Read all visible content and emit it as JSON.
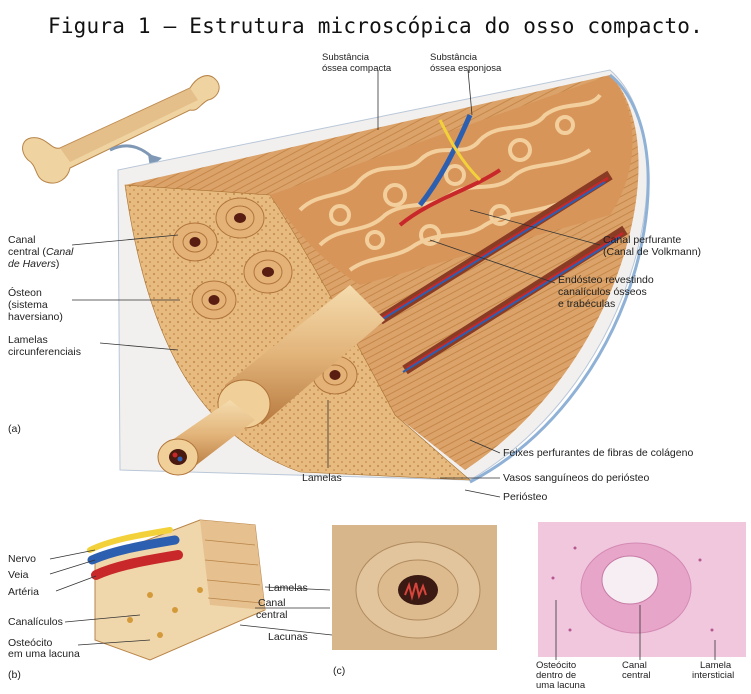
{
  "title": "Figura 1 – Estrutura microscópica do osso compacto.",
  "labels": {
    "compacta_l1": "Substância",
    "compacta_l2": "óssea compacta",
    "esponjosa_l1": "Substância",
    "esponjosa_l2": "óssea esponjosa",
    "canal_central_l1": "Canal",
    "canal_central_l2a": "central (",
    "canal_central_l2b": "Canal",
    "canal_central_l3": "de Havers",
    "canal_central_l3b": ")",
    "osteon_l1": "Ósteon",
    "osteon_l2": "(sistema",
    "osteon_l3": "haversiano)",
    "lamelas_circ_l1": "Lamelas",
    "lamelas_circ_l2": "circunferenciais",
    "canal_perfurante_l1": "Canal perfurante",
    "canal_perfurante_l2": "(Canal de Volkmann)",
    "endosteo_l1": "Endósteo revestindo",
    "endosteo_l2": "canalículos ósseos",
    "endosteo_l3": "e trabéculas",
    "panel_a": "(a)",
    "lamelas": "Lamelas",
    "feixes": "Feixes perfurantes de fibras de colágeno",
    "vasos": "Vasos sanguíneos do periósteo",
    "periosteo": "Periósteo",
    "nervo": "Nervo",
    "veia": "Veia",
    "arteria": "Artéria",
    "canaliculos": "Canalículos",
    "osteocito_l1": "Osteócito",
    "osteocito_l2": "em uma lacuna",
    "panel_b": "(b)",
    "b_lamelas": "Lamelas",
    "b_canal_l1": "Canal",
    "b_canal_l2": "central",
    "b_lacunas": "Lacunas",
    "panel_c": "(c)",
    "d_osteocito_l1": "Osteócito",
    "d_osteocito_l2": "dentro de",
    "d_osteocito_l3": "uma lacuna",
    "d_canal_l1": "Canal",
    "d_canal_l2": "central",
    "d_lamela_l1": "Lamela",
    "d_lamela_l2": "intersticial"
  },
  "colors": {
    "bone_light": "#e9c48e",
    "bone_mid": "#d9a266",
    "bone_dark": "#b97a3d",
    "vessel_red": "#c8282a",
    "vessel_blue": "#2d5fb0",
    "nerve_yellow": "#f2d13a",
    "histo_pink": "#e7a6c9",
    "histo_bg": "#f1c7de"
  }
}
